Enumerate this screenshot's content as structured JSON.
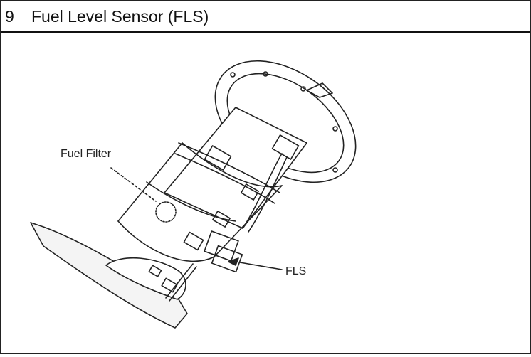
{
  "header": {
    "number": "9",
    "title": "Fuel Level Sensor (FLS)"
  },
  "figure": {
    "labels": {
      "fuel_filter": "Fuel Filter",
      "fls": "FLS"
    }
  }
}
